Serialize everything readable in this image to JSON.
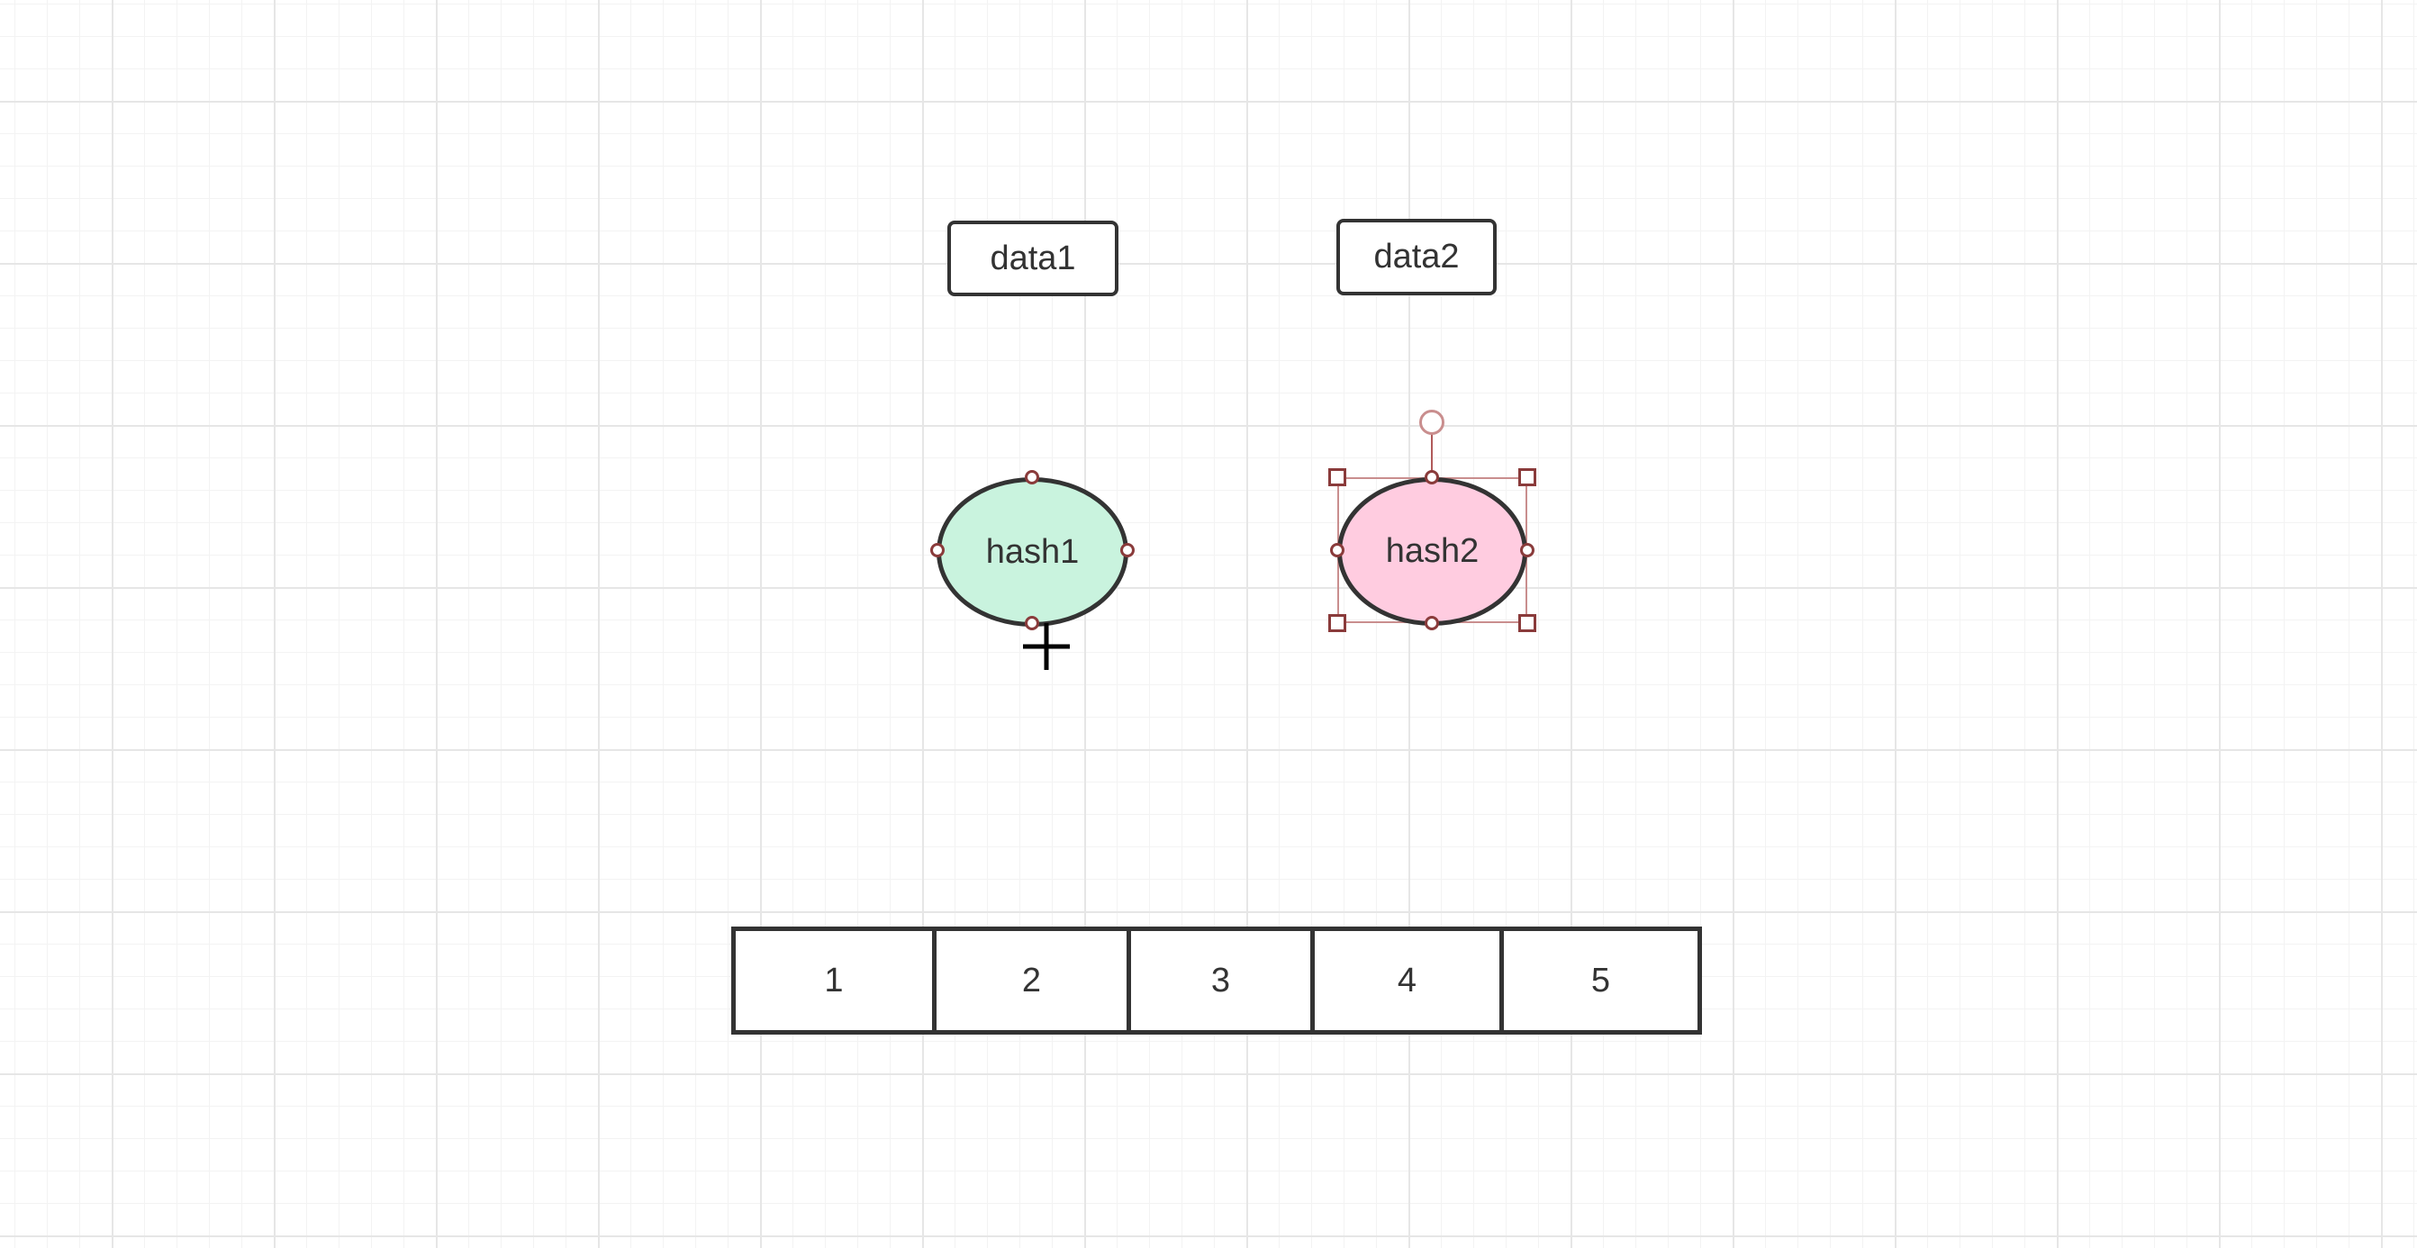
{
  "diagram": {
    "data_nodes": [
      {
        "label": "data1"
      },
      {
        "label": "data2"
      }
    ],
    "hash_nodes": [
      {
        "label": "hash1",
        "fill": "#c9f3de"
      },
      {
        "label": "hash2",
        "fill": "#ffcce0"
      }
    ],
    "array_cells": [
      "1",
      "2",
      "3",
      "4",
      "5"
    ],
    "selected_node": "hash2",
    "colors": {
      "stroke": "#333333",
      "handle": "#8a3b3b",
      "grid": "#e6e6e6"
    },
    "cursor": "crosshair-move-icon"
  }
}
